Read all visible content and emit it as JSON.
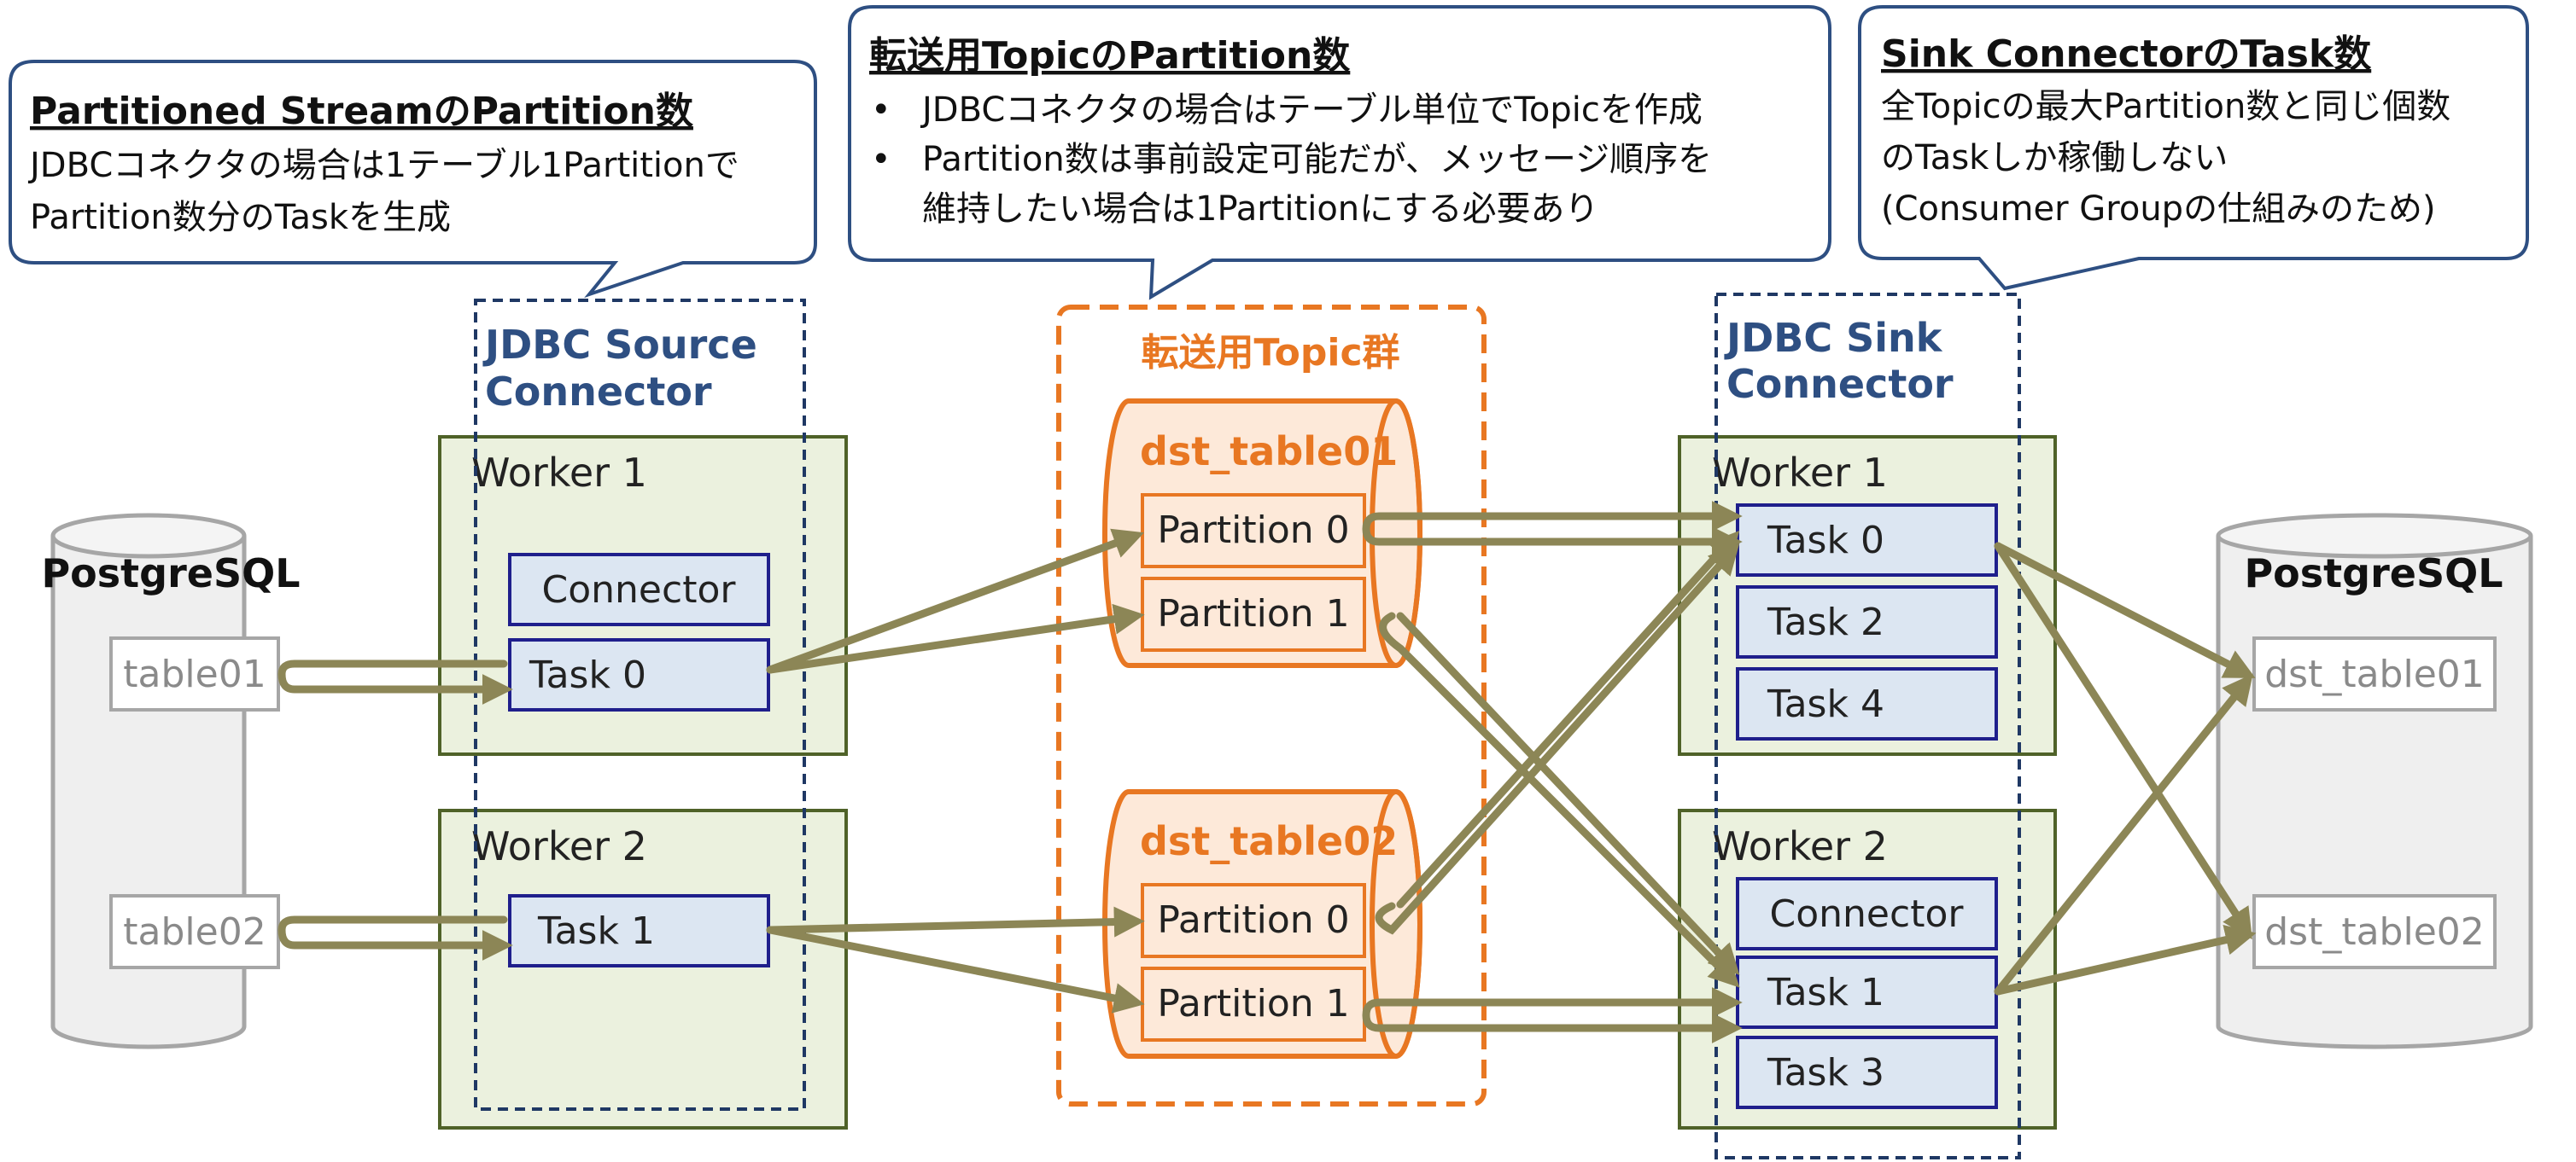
{
  "bubbles": {
    "source": {
      "title": "Partitioned StreamのPartition数",
      "lines": [
        "JDBCコネクタの場合は1テーブル1Partitionで",
        "Partition数分のTaskを生成"
      ]
    },
    "topic": {
      "title": "転送用TopicのPartition数",
      "bullets": [
        "JDBCコネクタの場合はテーブル単位でTopicを作成",
        "Partition数は事前設定可能だが、メッセージ順序を",
        "維持したい場合は1Partitionにする必要あり"
      ]
    },
    "sink": {
      "title": "Sink ConnectorのTask数",
      "lines": [
        "全Topicの最大Partition数と同じ個数",
        "のTaskしか稼働しない",
        "(Consumer Groupの仕組みのため)"
      ]
    }
  },
  "source_db": {
    "label": "PostgreSQL",
    "tables": [
      "table01",
      "table02"
    ]
  },
  "source_connector": {
    "label_line1": "JDBC Source",
    "label_line2": "Connector",
    "worker1": {
      "label": "Worker 1",
      "connector": "Connector",
      "task": "Task 0"
    },
    "worker2": {
      "label": "Worker 2",
      "task": "Task 1"
    }
  },
  "topics": {
    "group_label": "転送用Topic群",
    "topic1": {
      "name": "dst_table01",
      "partitions": [
        "Partition 0",
        "Partition 1"
      ]
    },
    "topic2": {
      "name": "dst_table02",
      "partitions": [
        "Partition 0",
        "Partition 1"
      ]
    }
  },
  "sink_connector": {
    "label_line1": "JDBC Sink",
    "label_line2": "Connector",
    "worker1": {
      "label": "Worker 1",
      "tasks": [
        "Task 0",
        "Task 2",
        "Task 4"
      ]
    },
    "worker2": {
      "label": "Worker 2",
      "connector": "Connector",
      "tasks": [
        "Task 1",
        "Task 3"
      ]
    }
  },
  "sink_db": {
    "label": "PostgreSQL",
    "tables": [
      "dst_table01",
      "dst_table02"
    ]
  },
  "colors": {
    "arrow": "#8c8656",
    "worker_fill": "#ebf1de",
    "worker_stroke": "#4f6228",
    "task_fill": "#dce6f2",
    "task_stroke": "#1f1f8c",
    "topic_stroke": "#e87722",
    "topic_fill": "#fde9d9",
    "connector_dash": "#1f3864",
    "db_fill": "#efefef"
  }
}
